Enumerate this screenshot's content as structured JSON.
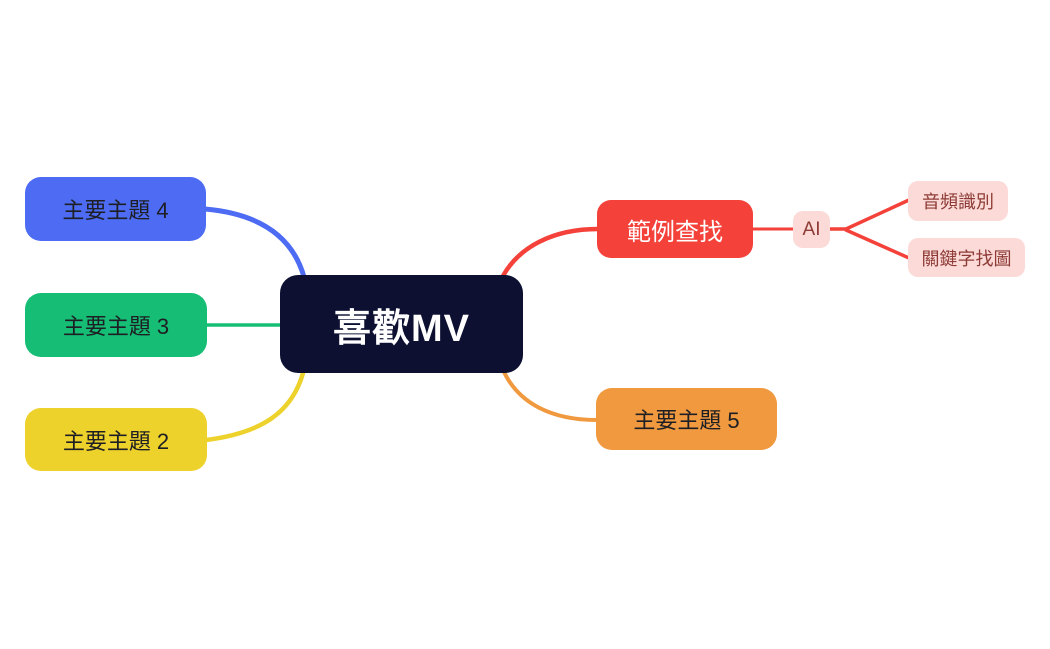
{
  "colors": {
    "canvas_bg": "#ffffff",
    "branch_blue": "#4d6cf3",
    "branch_green": "#16bd74",
    "branch_yellow": "#eed22c",
    "branch_orange": "#f0993f",
    "branch_red": "#f4413a",
    "subtopic_pink_bg": "#fbdad8",
    "subtopic_text": "#8e3b35",
    "root_bg": "#0d1031",
    "root_text": "#ffffff",
    "branch_text_dark": "#1e1f24",
    "branch_text_light": "#ffffff"
  },
  "nodes": {
    "root": {
      "label": "喜歡MV"
    },
    "topic4": {
      "label": "主要主題 4"
    },
    "topic3": {
      "label": "主要主題 3"
    },
    "topic2": {
      "label": "主要主題 2"
    },
    "example_search": {
      "label": "範例查找"
    },
    "topic5": {
      "label": "主要主題 5"
    },
    "ai": {
      "label": "AI"
    },
    "audio_recognition": {
      "label": "音頻識別"
    },
    "keyword_image_search": {
      "label": "關鍵字找圖"
    }
  }
}
